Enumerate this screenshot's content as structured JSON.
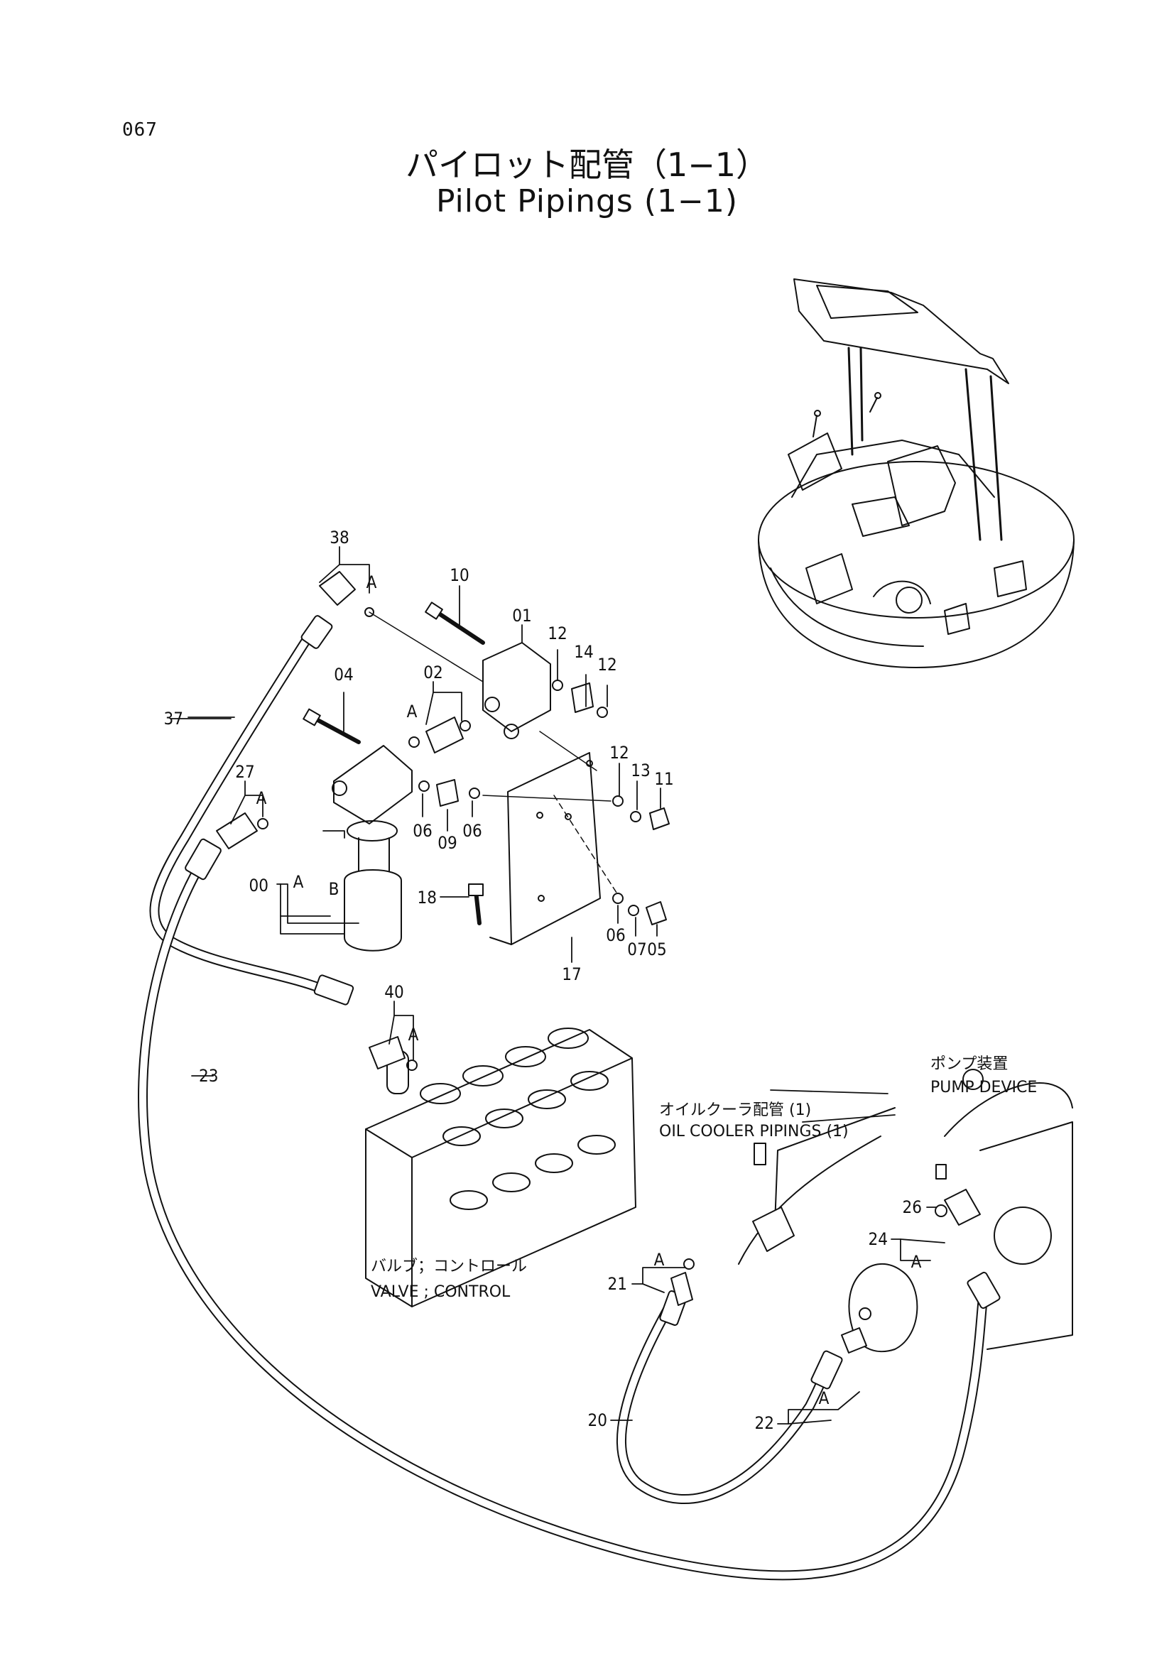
{
  "page_number": "067",
  "title_jp": "パイロット配管（1−1）",
  "title_en": "Pilot Pipings (1−1)",
  "part_labels": [
    "38",
    "10",
    "01",
    "12",
    "14",
    "12",
    "02",
    "04",
    "37",
    "27",
    "A",
    "A",
    "A",
    "A",
    "B",
    "00",
    "06",
    "09",
    "06",
    "12",
    "13",
    "11",
    "18",
    "06",
    "07",
    "05",
    "17",
    "40",
    "A",
    "23",
    "21",
    "A",
    "20",
    "22",
    "A",
    "26",
    "24",
    "A"
  ],
  "references": {
    "oil_cooler_jp": "オイルクーラ配管 (1)",
    "oil_cooler_en": "OIL COOLER PIPINGS (1)",
    "pump_jp": "ポンプ装置",
    "pump_en": "PUMP DEVICE",
    "valve_jp": "バルブ；コントロール",
    "valve_en": "VALVE ; CONTROL"
  }
}
